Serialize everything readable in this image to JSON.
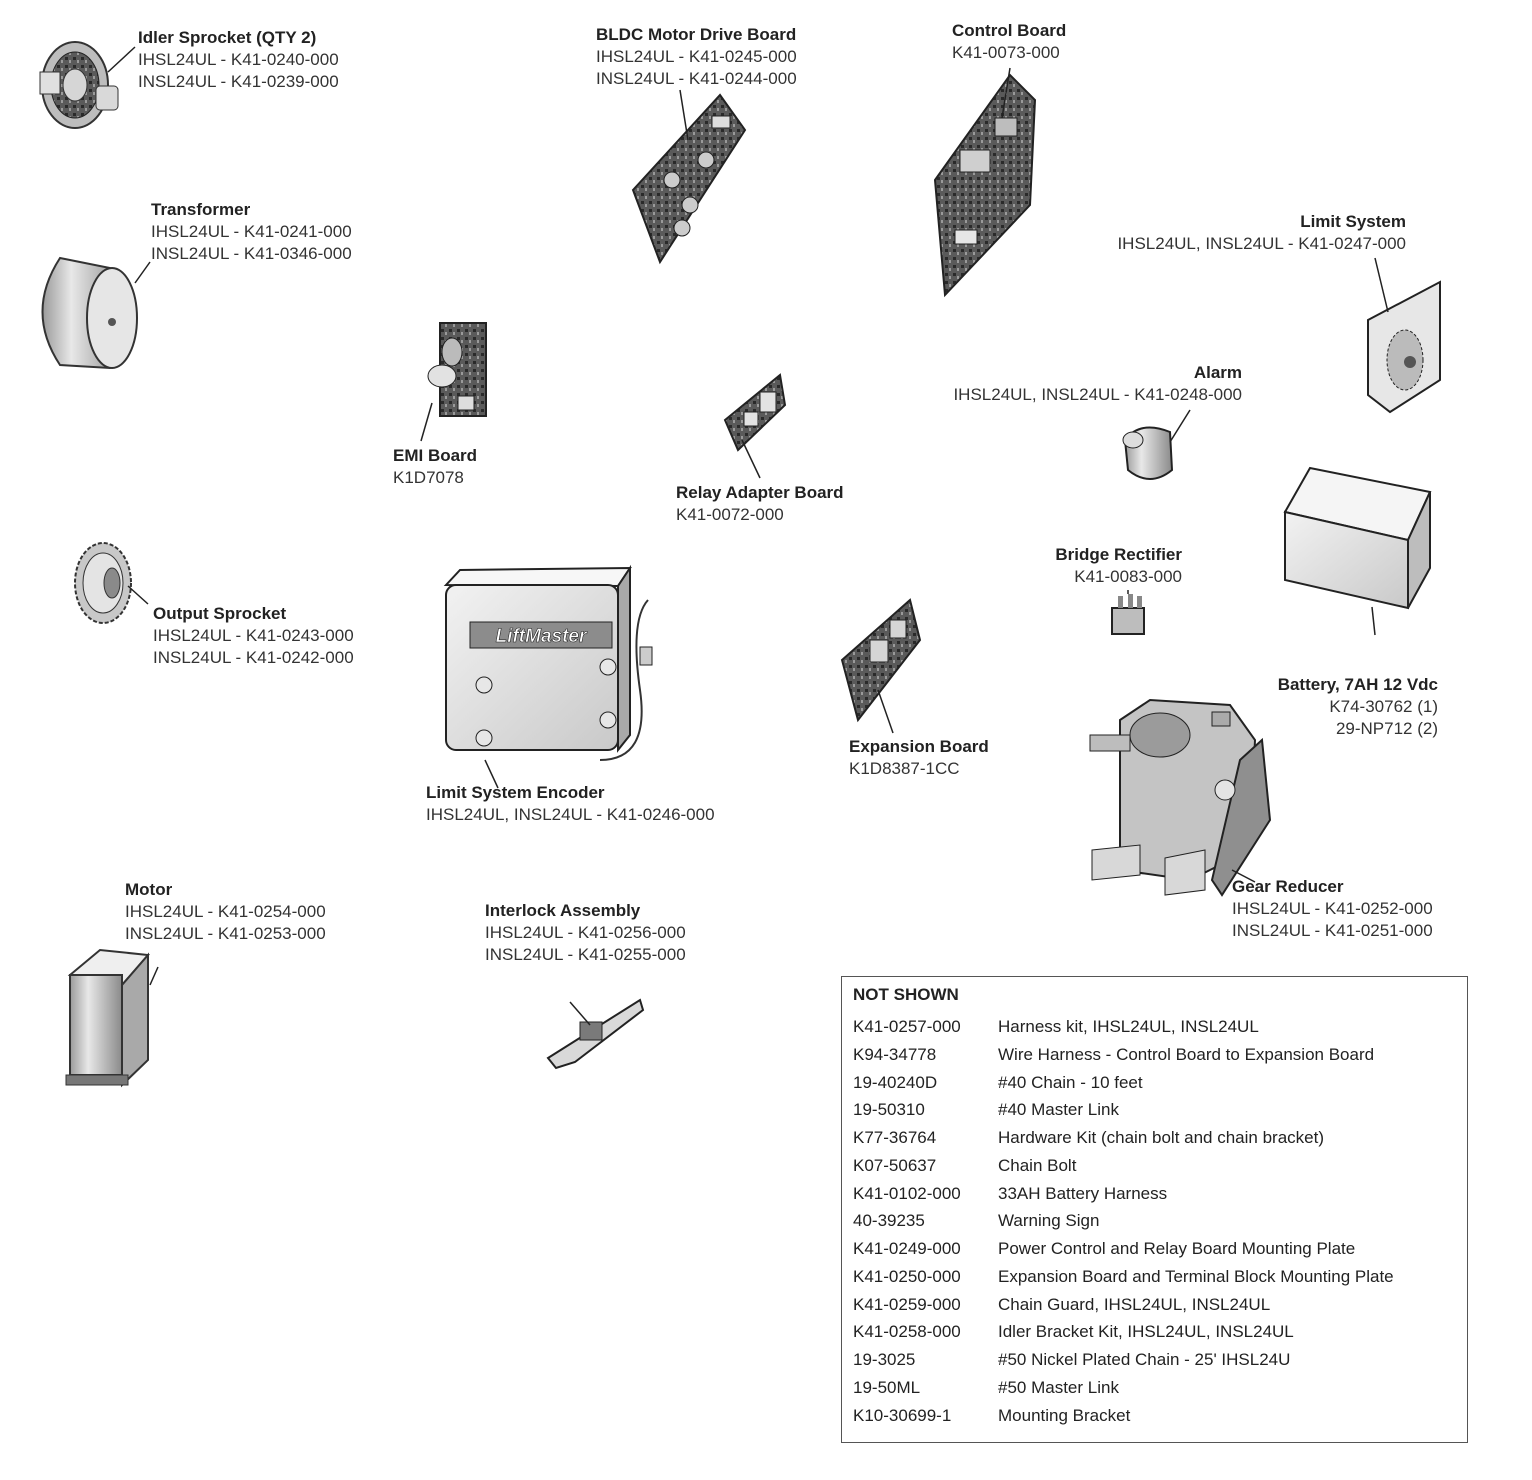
{
  "parts": {
    "idler_sprocket": {
      "title": "Idler Sprocket (QTY 2)",
      "lines": [
        "IHSL24UL - K41-0240-000",
        "INSL24UL - K41-0239-000"
      ]
    },
    "transformer": {
      "title": "Transformer",
      "lines": [
        "IHSL24UL - K41-0241-000",
        "INSL24UL - K41-0346-000"
      ]
    },
    "output_sprocket": {
      "title": "Output Sprocket",
      "lines": [
        "IHSL24UL - K41-0243-000",
        "INSL24UL - K41-0242-000"
      ]
    },
    "motor": {
      "title": "Motor",
      "lines": [
        "IHSL24UL - K41-0254-000",
        "INSL24UL - K41-0253-000"
      ]
    },
    "bldc_board": {
      "title": "BLDC Motor Drive Board",
      "lines": [
        "IHSL24UL - K41-0245-000",
        "INSL24UL - K41-0244-000"
      ]
    },
    "emi_board": {
      "title": "EMI Board",
      "lines": [
        "K1D7078"
      ]
    },
    "relay_adapter": {
      "title": "Relay Adapter Board",
      "lines": [
        "K41-0072-000"
      ]
    },
    "limit_encoder": {
      "title": "Limit System Encoder",
      "lines": [
        "IHSL24UL, INSL24UL - K41-0246-000"
      ]
    },
    "interlock": {
      "title": "Interlock Assembly",
      "lines": [
        "IHSL24UL - K41-0256-000",
        "INSL24UL - K41-0255-000"
      ]
    },
    "control_board": {
      "title": "Control Board",
      "lines": [
        "K41-0073-000"
      ]
    },
    "limit_system": {
      "title": "Limit System",
      "lines": [
        "IHSL24UL, INSL24UL - K41-0247-000"
      ]
    },
    "alarm": {
      "title": "Alarm",
      "lines": [
        "IHSL24UL, INSL24UL - K41-0248-000"
      ]
    },
    "bridge_rectifier": {
      "title": "Bridge Rectifier",
      "lines": [
        "K41-0083-000"
      ]
    },
    "battery": {
      "title": "Battery, 7AH 12 Vdc",
      "lines": [
        "K74-30762 (1)",
        "29-NP712 (2)"
      ]
    },
    "expansion_board": {
      "title": "Expansion Board",
      "lines": [
        "K1D8387-1CC"
      ]
    },
    "gear_reducer": {
      "title": "Gear Reducer",
      "lines": [
        "IHSL24UL - K41-0252-000",
        "INSL24UL - K41-0251-000"
      ]
    }
  },
  "encoder_logo": "LiftMaster",
  "not_shown": {
    "heading": "NOT SHOWN",
    "rows": [
      {
        "code": "K41-0257-000",
        "desc": "Harness kit, IHSL24UL, INSL24UL"
      },
      {
        "code": "K94-34778",
        "desc": "Wire Harness - Control Board to Expansion Board"
      },
      {
        "code": "19-40240D",
        "desc": "#40 Chain - 10 feet"
      },
      {
        "code": "19-50310",
        "desc": "#40 Master Link"
      },
      {
        "code": "K77-36764",
        "desc": "Hardware Kit (chain bolt and chain bracket)"
      },
      {
        "code": "K07-50637",
        "desc": "Chain Bolt"
      },
      {
        "code": "K41-0102-000",
        "desc": "33AH Battery Harness"
      },
      {
        "code": "40-39235",
        "desc": "Warning Sign"
      },
      {
        "code": "K41-0249-000",
        "desc": "Power Control and Relay Board Mounting Plate"
      },
      {
        "code": "K41-0250-000",
        "desc": "Expansion Board and Terminal Block Mounting Plate"
      },
      {
        "code": "K41-0259-000",
        "desc": "Chain Guard, IHSL24UL, INSL24UL"
      },
      {
        "code": "K41-0258-000",
        "desc": "Idler Bracket Kit, IHSL24UL, INSL24UL"
      },
      {
        "code": "19-3025",
        "desc": "#50 Nickel Plated Chain - 25' IHSL24U"
      },
      {
        "code": "19-50ML",
        "desc": "#50 Master Link"
      },
      {
        "code": "K10-30699-1",
        "desc": "Mounting Bracket"
      }
    ]
  }
}
